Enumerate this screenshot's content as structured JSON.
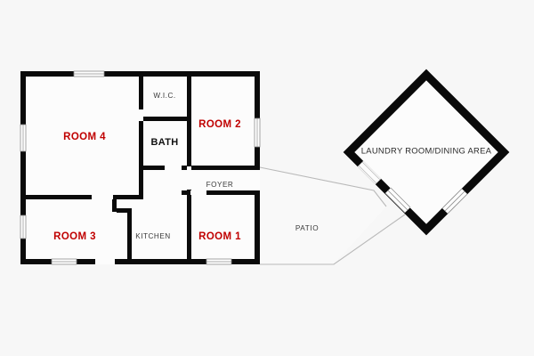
{
  "document": {
    "type": "architectural-floor-plan",
    "background_color": "#f7f7f7",
    "wall_color": "#0a0a0a",
    "bedroom_label_color": "#c00000",
    "utility_label_color": "#3a3a3a",
    "patio_outline_color": "#b9b9b9"
  },
  "rooms": {
    "room4": {
      "label": "ROOM 4",
      "type": "bedroom"
    },
    "room3": {
      "label": "ROOM 3",
      "type": "bedroom"
    },
    "room2": {
      "label": "ROOM 2",
      "type": "bedroom"
    },
    "room1": {
      "label": "ROOM 1",
      "type": "bedroom"
    },
    "bath": {
      "label": "BATH",
      "type": "bathroom"
    },
    "wic": {
      "label": "W.I.C.",
      "type": "closet"
    },
    "kitchen": {
      "label": "KITCHEN",
      "type": "kitchen"
    },
    "foyer": {
      "label": "FOYER",
      "type": "foyer"
    },
    "patio": {
      "label": "PATIO",
      "type": "outdoor"
    },
    "detached": {
      "label": "LAUNDRY ROOM/DINING AREA",
      "type": "detached-structure"
    }
  }
}
